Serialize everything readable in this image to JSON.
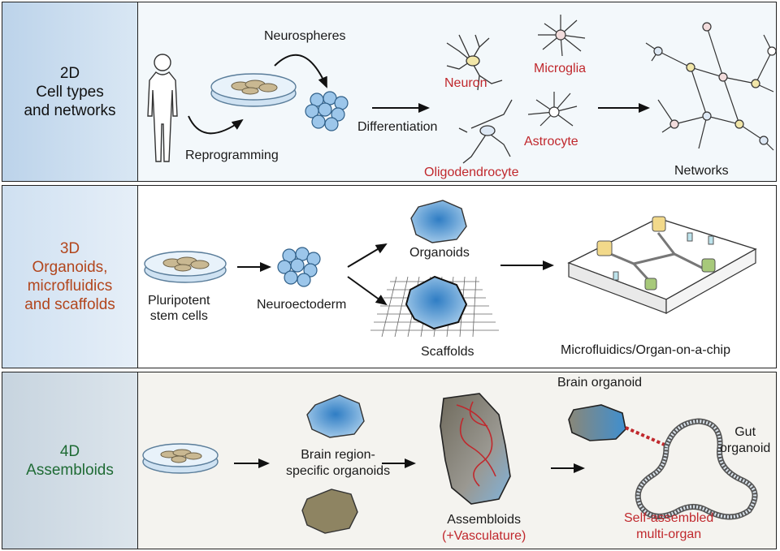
{
  "rows": [
    {
      "dimension": "2D",
      "title_lines": [
        "Cell types",
        "and networks"
      ],
      "steps": {
        "reprogramming": "Reprogramming",
        "neurospheres": "Neurospheres",
        "differentiation": "Differentiation",
        "networks": "Networks"
      },
      "cell_types": {
        "neuron": "Neuron",
        "microglia": "Microglia",
        "astrocyte": "Astrocyte",
        "oligodendrocyte": "Oligodendrocyte"
      }
    },
    {
      "dimension": "3D",
      "title_lines": [
        "Organoids,",
        "microfluidics",
        "and scaffolds"
      ],
      "steps": {
        "stem_cells_line1": "Pluripotent",
        "stem_cells_line2": "stem cells",
        "neuroectoderm": "Neuroectoderm",
        "organoids": "Organoids",
        "scaffolds": "Scaffolds",
        "microfluidics": "Microfluidics/Organ-on-a-chip"
      }
    },
    {
      "dimension": "4D",
      "title_lines": [
        "Assembloids"
      ],
      "steps": {
        "region_line1": "Brain region-",
        "region_line2": "specific organoids",
        "assembloids": "Assembloids",
        "vasculature": "(+Vasculature)",
        "brain_organoid": "Brain organoid",
        "gut_line1": "Gut",
        "gut_line2": "organoid",
        "self_line1": "Self-assembled",
        "self_line2": "multi-organ"
      }
    }
  ],
  "colors": {
    "highlight_red": "#c0282d",
    "label_3d": "#b2461d",
    "label_4d": "#1f6b35",
    "organoid_blue": "#3f8fd0",
    "organoid_tan": "#8e8462"
  }
}
